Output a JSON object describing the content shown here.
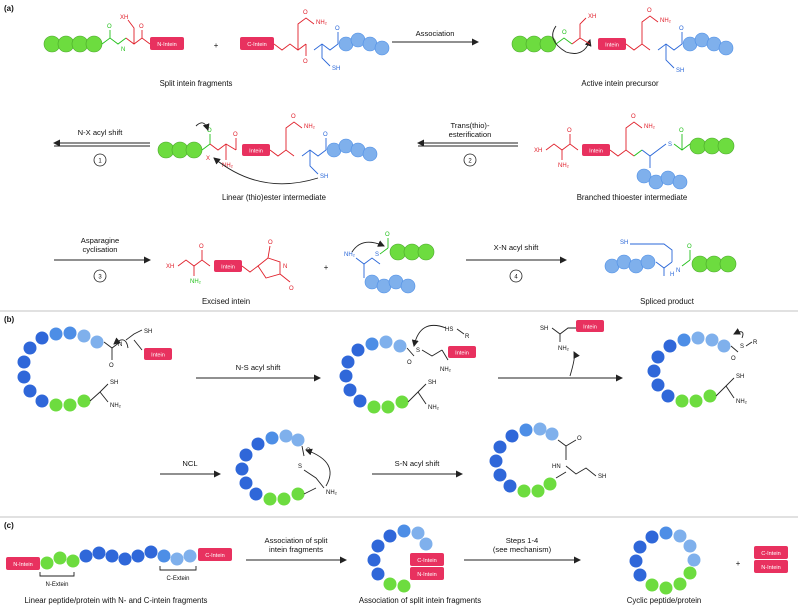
{
  "colors": {
    "green": "#6ddc3f",
    "dark_blue": "#2f67d9",
    "mid_blue": "#4d8ee6",
    "light_blue": "#7fb0ec",
    "intein": "#e8315f",
    "red_text": "#e0202b",
    "blue_text": "#2a67d8",
    "green_text": "#22c01a"
  },
  "panels": {
    "a": "(a)",
    "b": "(b)",
    "c": "(c)"
  },
  "tags": {
    "n_intein": "N-Intein",
    "c_intein": "C-Intein",
    "intein": "Intein"
  },
  "atoms": {
    "xh": "XH",
    "x": "X",
    "nh2": "NH₂",
    "o": "O",
    "n": "N",
    "h": "H",
    "sh": "SH",
    "hs": "HS",
    "s": "S",
    "r": "R",
    "hn": "HN",
    "plus": "+"
  },
  "panel_a": {
    "caption_split": "Split intein fragments",
    "caption_active": "Active intein precursor",
    "step_association": "Association",
    "step_nx": "N-X acyl shift",
    "step_trans_1": "Trans(thio)-",
    "step_trans_2": "esterification",
    "caption_linear": "Linear (thio)ester intermediate",
    "caption_branched": "Branched thioester intermediate",
    "step_asparagine_1": "Asparagine",
    "step_asparagine_2": "cyclisation",
    "step_xn": "X-N acyl shift",
    "caption_excised": "Excised intein",
    "caption_spliced": "Spliced product",
    "num_1": "1",
    "num_2": "2",
    "num_3": "3",
    "num_4": "4"
  },
  "panel_b": {
    "step_ns": "N-S acyl shift",
    "step_ncl": "NCL",
    "step_sn": "S-N acyl shift"
  },
  "panel_c": {
    "caption_linear": "Linear peptide/protein with N- and C-intein fragments",
    "n_extein": "N-Extein",
    "c_extein": "C-Extein",
    "step_assoc_1": "Association of split",
    "step_assoc_2": "intein fragments",
    "caption_assoc": "Association of split intein fragments",
    "step_steps_1": "Steps 1-4",
    "step_steps_2": "(see mechanism)",
    "caption_cyclic": "Cyclic peptide/protein"
  }
}
